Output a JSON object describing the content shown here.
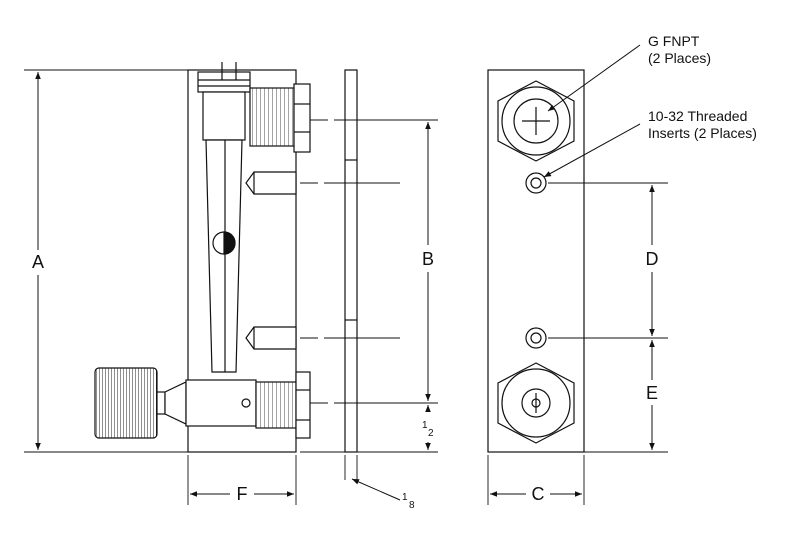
{
  "notes": {
    "port_line1": "G FNPT",
    "port_line2": "(2 Places)",
    "insert_line1": "10-32 Threaded",
    "insert_line2": "Inserts (2 Places)"
  },
  "dimensions": {
    "a": "A",
    "b": "B",
    "c": "C",
    "d": "D",
    "e": "E",
    "f": "F",
    "half_num": "1",
    "half_den": "2",
    "eighth_num": "1",
    "eighth_den": "8"
  }
}
